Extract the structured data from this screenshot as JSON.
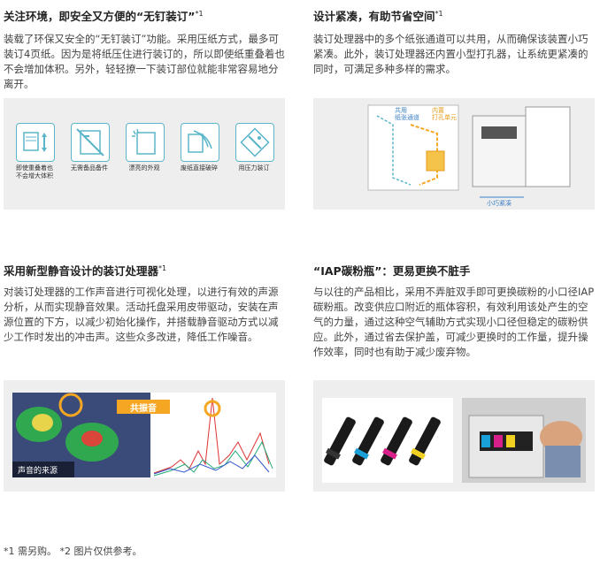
{
  "sections": [
    {
      "title": "关注环境，即安全又方便的“无钉装订”",
      "sup": "*1",
      "body": "装载了环保又安全的“无钉装订”功能。采用压纸方式，最多可装订4页纸。因为是将纸压住进行装订的，所以即使纸重叠着也不会增加体积。另外，轻轻撩一下装订部位就能非常容易地分离开。"
    },
    {
      "title": "设计紧凑，有助节省空间",
      "sup": "*1",
      "body": "装订处理器中的多个纸张通道可以共用，从而确保该装置小巧紧凑。此外，装订处理器还内置小型打孔器，让系统更紧凑的同时，可满足多种多样的需求。"
    },
    {
      "title": "采用新型静音设计的装订处理器",
      "sup": "*1",
      "body": "对装订处理器的工作声音进行可视化处理，以进行有效的声源分析，从而实现静音效果。活动托盘采用皮带驱动，安装在声源位置的下方，以减少初始化操作，并搭载静音驱动方式以减少工作时发出的冲击声。这些众多改进，降低工作噪音。"
    },
    {
      "title": "“IAP碳粉瓶”：更易更换不脏手",
      "sup": "",
      "body": "与以往的产品相比，采用不弄脏双手即可更换碳粉的小口径IAP碳粉瓶。改变供应口附近的瓶体容积，有效利用该处产生的空气的力量，通过这种空气辅助方式实现小口径但稳定的碳粉供应。此外，通过省去保护盖，可减少更换时的工作量，提升操作效率，同时也有助于减少废弃物。"
    }
  ],
  "icons": [
    {
      "name": "stacked-paper-icon",
      "caption_line1": "即使重叠着也",
      "caption_line2": "不会增大体积"
    },
    {
      "name": "no-staple-icon",
      "caption_line1": "无需备品备件",
      "caption_line2": ""
    },
    {
      "name": "clean-appearance-icon",
      "caption_line1": "漂亮的外观",
      "caption_line2": ""
    },
    {
      "name": "paper-separate-icon",
      "caption_line1": "废纸直接破碎",
      "caption_line2": ""
    },
    {
      "name": "press-staple-icon",
      "caption_line1": "用压力装订",
      "caption_line2": ""
    }
  ],
  "diagram": {
    "label_shared": "共用\n纸张通道",
    "label_puncher": "内置\n打孔单元",
    "label_compact": "小巧紧凑"
  },
  "noise": {
    "resonance_label": "共振音",
    "source_label": "声音的来源"
  },
  "footer": "*1 需另购。 *2 图片仅供参考。",
  "colors": {
    "accent_teal": "#5bb5c9",
    "accent_orange": "#f5a623",
    "panel_bg": "#eeeeee"
  }
}
